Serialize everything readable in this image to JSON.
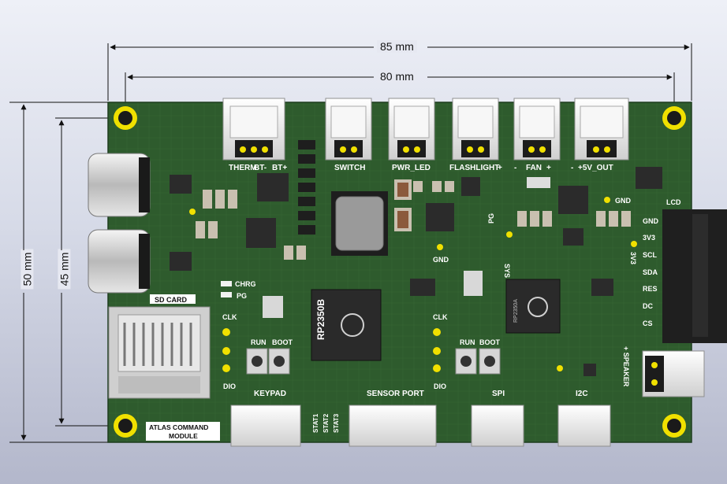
{
  "dimensions": {
    "outer_width": "85 mm",
    "inner_width": "80 mm",
    "outer_height": "50 mm",
    "inner_height": "45 mm"
  },
  "board": {
    "title_line1": "ATLAS COMMAND",
    "title_line2": "MODULE",
    "colors": {
      "pcb": "#2f5d2e",
      "silk": "#ffffff",
      "pad": "#f2e600",
      "connector": "#e9e9e9"
    }
  },
  "top_connectors": {
    "therm": "THERM",
    "bt_minus": "BT-",
    "bt_plus": "BT+",
    "switch": "SWITCH",
    "pwr_led": "PWR_LED",
    "flashlight": "FLASHLIGHT",
    "flashlight_plus": "+",
    "fan_minus": "-",
    "fan": "FAN",
    "fan_plus": "+",
    "out_minus": "-",
    "out": "+5V_OUT"
  },
  "chips": {
    "main": "RP2350B",
    "second": "RP2350A"
  },
  "labels": {
    "sd_card": "SD CARD",
    "chrg": "CHRG",
    "pg_left": "PG",
    "clk_left": "CLK",
    "dio_left": "DIO",
    "run_left": "RUN",
    "boot_left": "BOOT",
    "clk_right": "CLK",
    "dio_right": "DIO",
    "run_right": "RUN",
    "boot_right": "BOOT",
    "gnd_center": "GND",
    "gnd_right": "GND",
    "pg_mid": "PG",
    "sys": "SYS",
    "v3v3_vertical": "3V3",
    "speaker": "+ SPEAKER",
    "stat1": "STAT1",
    "stat2": "STAT2",
    "stat3": "STAT3"
  },
  "bottom_connectors": {
    "keypad": "KEYPAD",
    "sensor_port": "SENSOR PORT",
    "spi": "SPI",
    "i2c": "I2C"
  },
  "lcd": {
    "title": "LCD",
    "pins": [
      "GND",
      "3V3",
      "SCL",
      "SDA",
      "RES",
      "DC",
      "CS"
    ]
  }
}
